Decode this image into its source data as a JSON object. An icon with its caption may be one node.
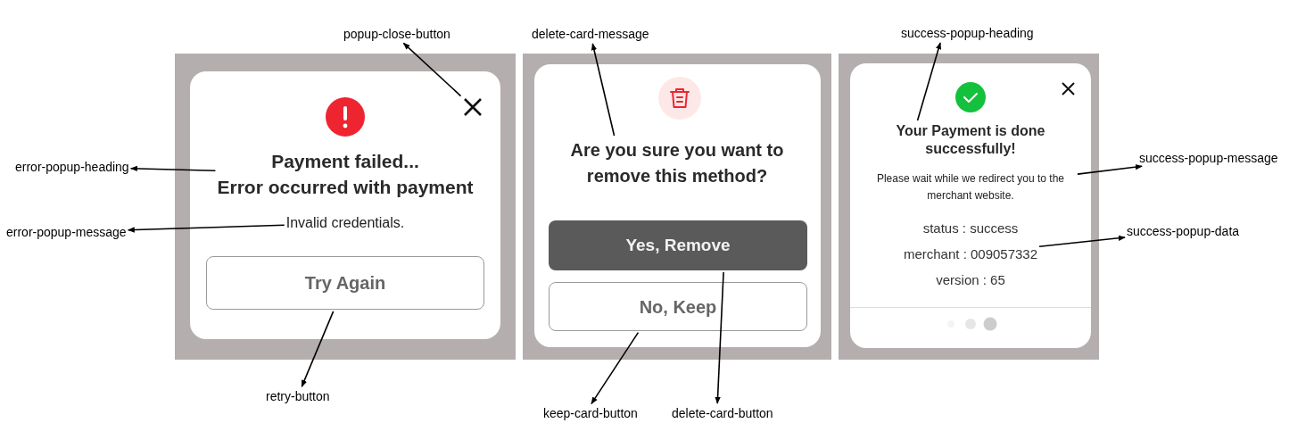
{
  "diagram": {
    "nodes": [
      {
        "text": [],
        "shape": "box"
      },
      {
        "text": [],
        "shape": "cross",
        "in": 0
      },
      {
        "text": [
          "Payment failed...",
          "Error occurred with payment"
        ],
        "in": 0
      },
      {
        "text": [
          "Invalid credentials."
        ],
        "in": 0
      },
      {
        "text": [
          "Try Again"
        ],
        "in": 0
      },
      {
        "text": [
          "popup-close-button"
        ]
      },
      {
        "text": [
          "error-popup-heading"
        ]
      },
      {
        "text": [
          "error-popup-message"
        ]
      },
      {
        "text": [
          "retry-button"
        ]
      },
      {
        "text": [],
        "shape": "box"
      },
      {
        "text": [
          "Are you sure you want to remove this method?"
        ],
        "in": 9
      },
      {
        "text": [
          "Yes, Remove"
        ],
        "in": 9
      },
      {
        "text": [
          "No, Keep"
        ],
        "in": 9
      },
      {
        "text": [
          "delete-card-message"
        ]
      },
      {
        "text": [
          "keep-card-button"
        ]
      },
      {
        "text": [
          "delete-card-button"
        ]
      },
      {
        "text": [],
        "shape": "box"
      },
      {
        "text": [
          "Your Payment is done successfully!"
        ],
        "in": 16
      },
      {
        "text": [
          "Please wait while we redirect you to the merchant website."
        ],
        "in": 16
      },
      {
        "text": [
          "status : success",
          "merchant : 009057332",
          "version : 65"
        ],
        "in": 16
      },
      {
        "text": [
          "success-popup-heading"
        ]
      },
      {
        "text": [
          "success-popup-message"
        ]
      },
      {
        "text": [
          "success-popup-data"
        ]
      }
    ],
    "edges": [
      {
        "from": 1,
        "to": 5,
        "arrow": "to"
      },
      {
        "from": 2,
        "to": 6,
        "arrow": "to"
      },
      {
        "from": 3,
        "to": 7,
        "arrow": "to"
      },
      {
        "from": 4,
        "to": 8,
        "arrow": "to"
      },
      {
        "from": 10,
        "to": 13,
        "arrow": "to"
      },
      {
        "from": 12,
        "to": 14,
        "arrow": "to"
      },
      {
        "from": 11,
        "to": 15,
        "arrow": "to"
      },
      {
        "from": 17,
        "to": 20,
        "arrow": "to"
      },
      {
        "from": 18,
        "to": 21,
        "arrow": "to"
      },
      {
        "from": 19,
        "to": 22,
        "arrow": "to"
      }
    ]
  }
}
